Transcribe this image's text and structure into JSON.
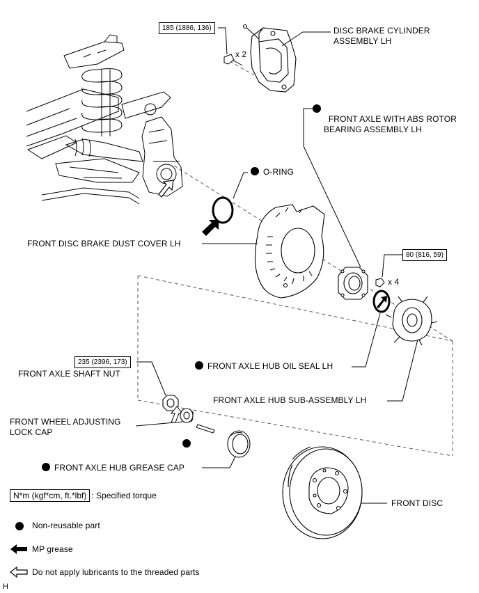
{
  "parts": {
    "caliper": "DISC BRAKE CYLINDER\nASSEMBLY LH",
    "bearing": "FRONT AXLE WITH ABS ROTOR\nBEARING ASSEMBLY LH",
    "oring": "O-RING",
    "dust_cover": "FRONT DISC BRAKE DUST COVER LH",
    "shaft_nut": "FRONT AXLE SHAFT NUT",
    "oil_seal": "FRONT AXLE HUB OIL SEAL LH",
    "hub": "FRONT AXLE HUB SUB-ASSEMBLY LH",
    "lock_cap": "FRONT WHEEL ADJUSTING\nLOCK CAP",
    "grease_cap": "FRONT AXLE HUB GREASE CAP",
    "disc": "FRONT DISC"
  },
  "torques": {
    "caliper": "185 (1886, 136)",
    "bearing": "80 (816, 59)",
    "shaft_nut": "235 (2396, 173)"
  },
  "quantities": {
    "caliper_bolts": "x 2",
    "bearing_bolts": "x 4"
  },
  "legend": {
    "torque_box": "N*m (kgf*cm, ft.*lbf)",
    "torque_desc": ": Specified torque",
    "non_reusable": "Non-reusable part",
    "mp_grease": "MP grease",
    "no_lubricant": "Do not apply lubricants to the threaded parts"
  },
  "corner_mark": "H",
  "icons": {
    "non_reusable": "black-dot-icon",
    "mp_grease": "solid-arrow-icon",
    "no_lubricant": "outline-arrow-icon"
  }
}
